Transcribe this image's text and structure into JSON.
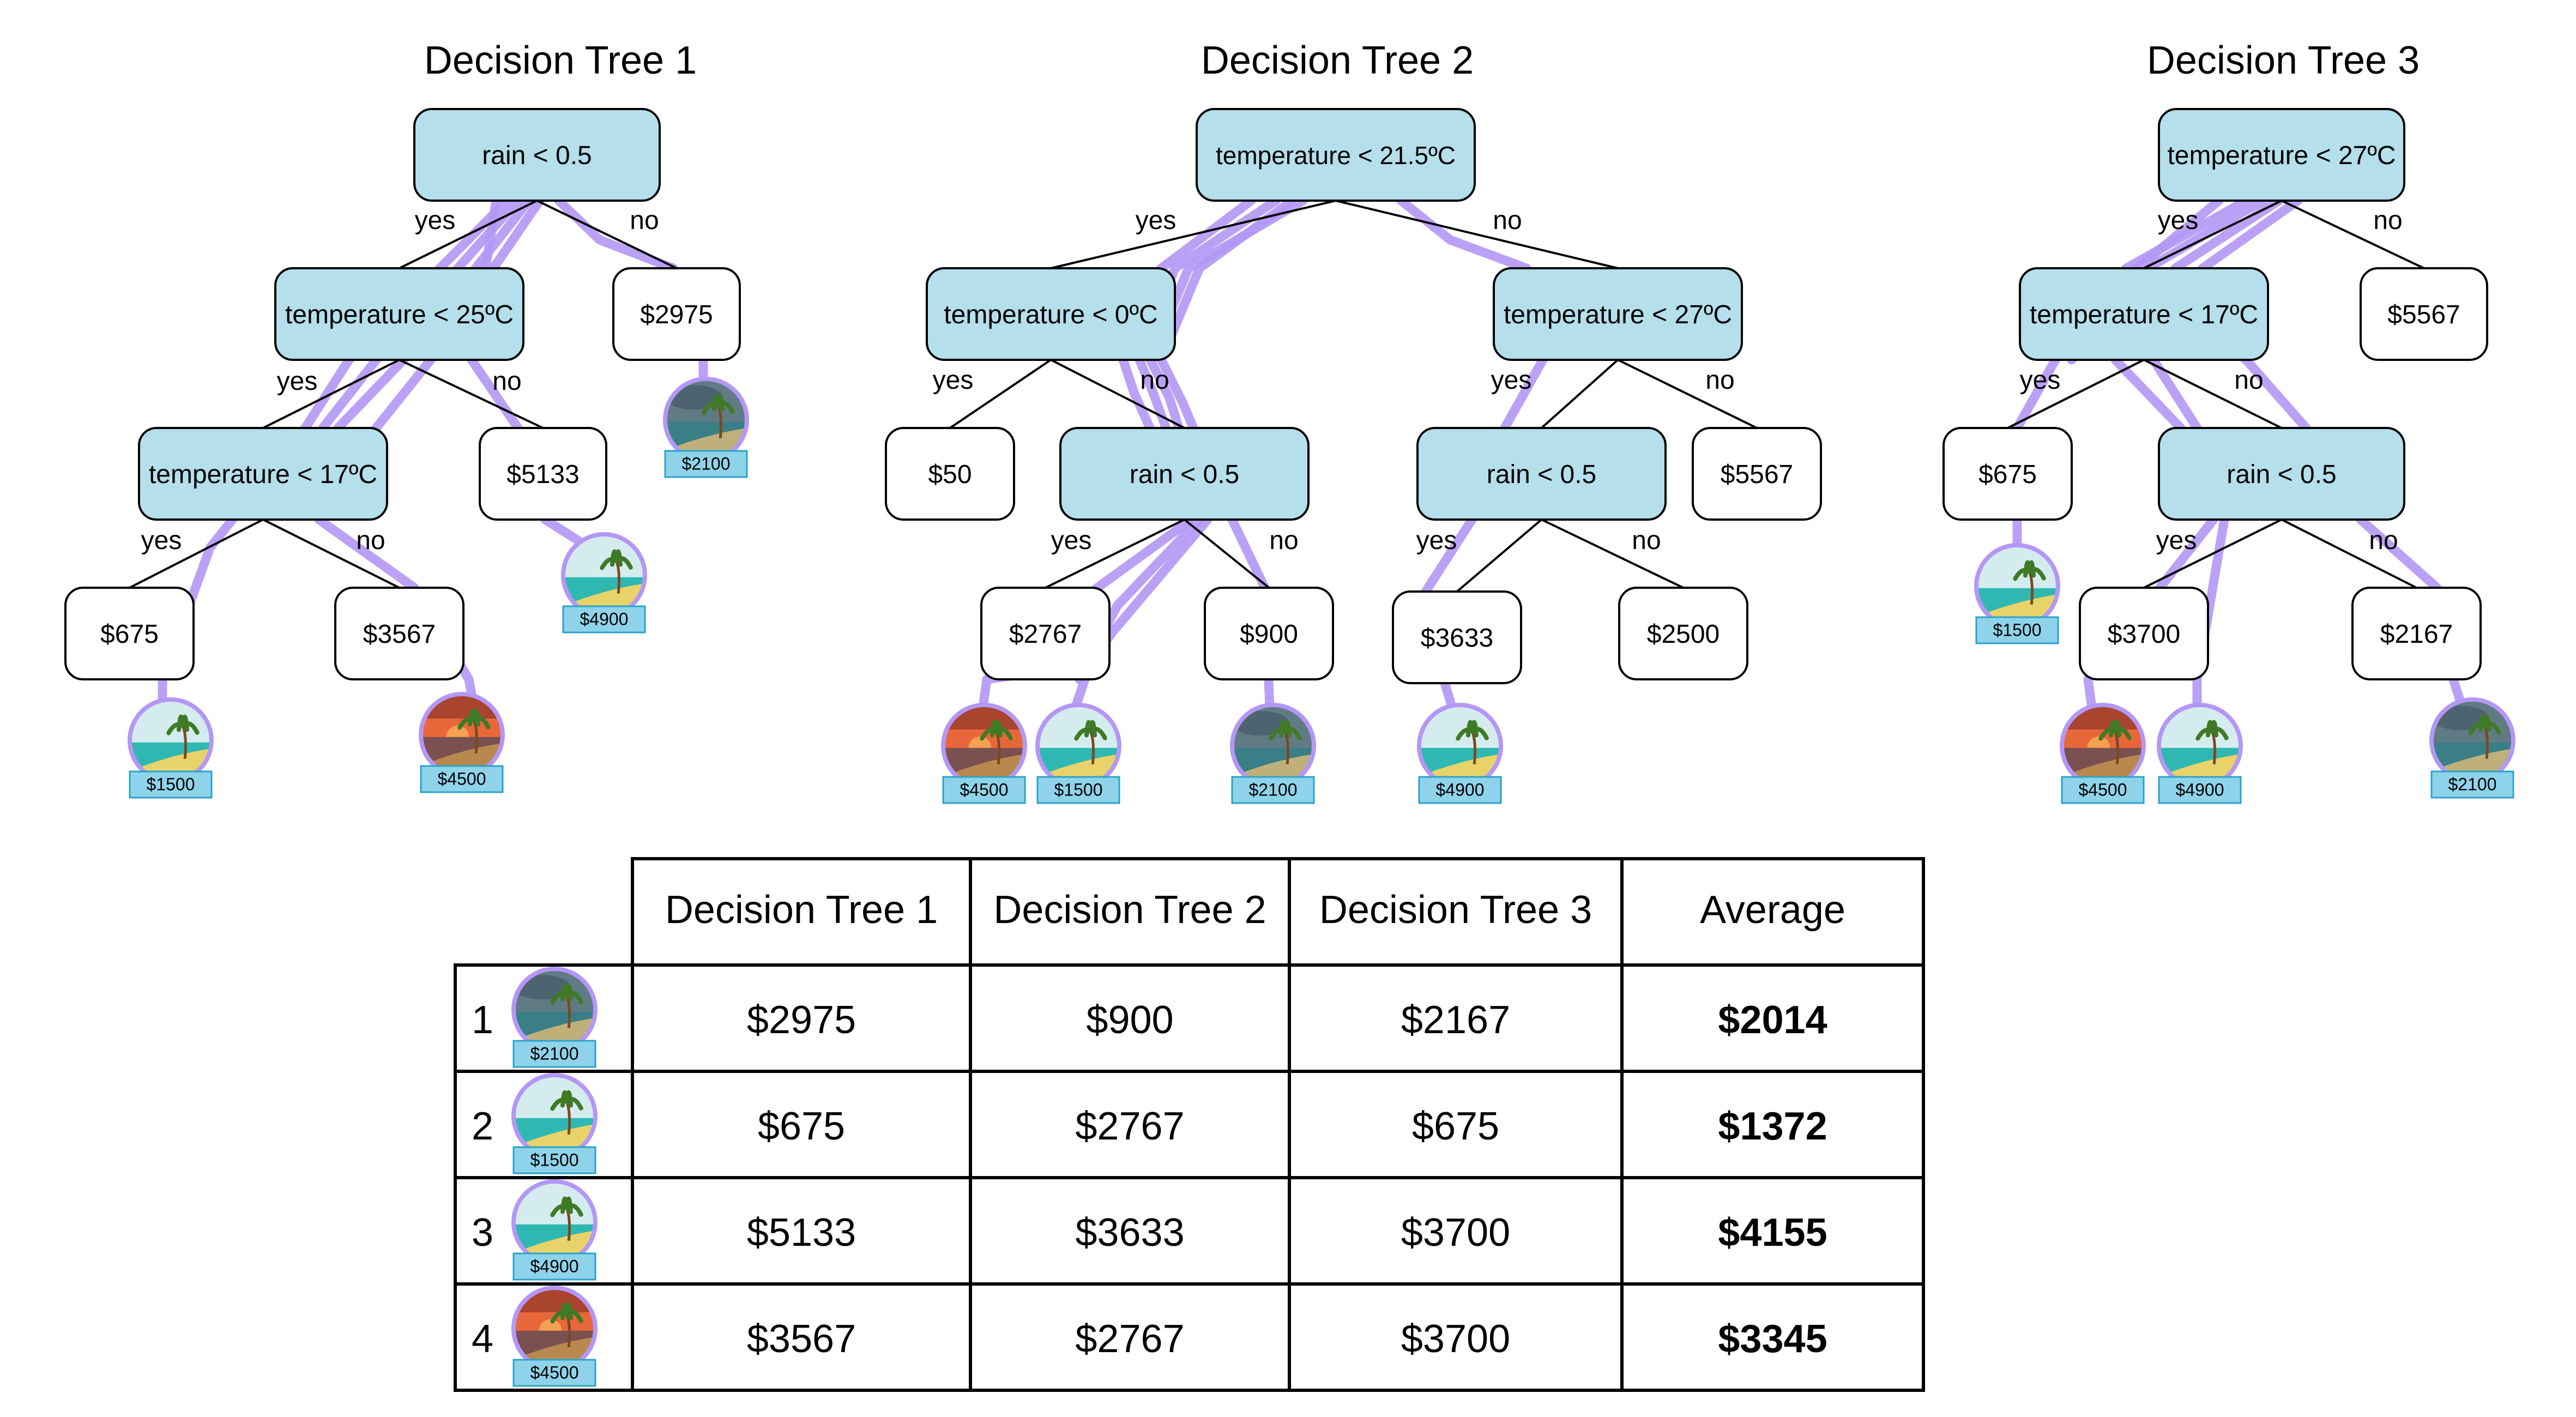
{
  "colors": {
    "decision_fill": "#b4dfeb",
    "leaf_fill": "#ffffff",
    "stroke": "#000000",
    "path": "#b497f5",
    "badge_fill": "#8fd3ea",
    "badge_stroke": "#2aa3c9",
    "beach_sky": "#d4ecee",
    "beach_sea": "#2fb8b2",
    "beach_sand": "#e8d36a",
    "storm_sky": "#607b84",
    "storm_sea": "#3a7e86",
    "sunset_sky": "#e8673a",
    "sunset_sea": "#7a5050",
    "palm": "#3f7a26",
    "trunk": "#7a4a22"
  },
  "trees": [
    {
      "title": "Decision Tree 1",
      "nodes": [
        {
          "label": "rain < 0.5",
          "kind": "decision"
        },
        {
          "label": "temperature < 25ºC",
          "kind": "decision"
        },
        {
          "label": "$2975",
          "kind": "leaf"
        },
        {
          "label": "temperature < 17ºC",
          "kind": "decision"
        },
        {
          "label": "$5133",
          "kind": "leaf"
        },
        {
          "label": "$675",
          "kind": "leaf"
        },
        {
          "label": "$3567",
          "kind": "leaf"
        }
      ],
      "edge_labels": [
        "yes",
        "no",
        "yes",
        "no",
        "yes",
        "no"
      ],
      "badges": [
        {
          "type": "storm",
          "label": "$2100"
        },
        {
          "type": "beach",
          "label": "$4900"
        },
        {
          "type": "beach",
          "label": "$1500"
        },
        {
          "type": "sunset",
          "label": "$4500"
        }
      ]
    },
    {
      "title": "Decision Tree 2",
      "nodes": [
        {
          "label": "temperature < 21.5ºC",
          "kind": "decision"
        },
        {
          "label": "temperature < 0ºC",
          "kind": "decision"
        },
        {
          "label": "temperature < 27ºC",
          "kind": "decision"
        },
        {
          "label": "$50",
          "kind": "leaf"
        },
        {
          "label": "rain < 0.5",
          "kind": "decision"
        },
        {
          "label": "rain < 0.5",
          "kind": "decision"
        },
        {
          "label": "$5567",
          "kind": "leaf"
        },
        {
          "label": "$2767",
          "kind": "leaf"
        },
        {
          "label": "$900",
          "kind": "leaf"
        },
        {
          "label": "$3633",
          "kind": "leaf"
        },
        {
          "label": "$2500",
          "kind": "leaf"
        }
      ],
      "edge_labels": [
        "yes",
        "no",
        "yes",
        "no",
        "yes",
        "no",
        "yes",
        "no",
        "yes",
        "no"
      ],
      "badges": [
        {
          "type": "sunset",
          "label": "$4500"
        },
        {
          "type": "beach",
          "label": "$1500"
        },
        {
          "type": "storm",
          "label": "$2100"
        },
        {
          "type": "beach",
          "label": "$4900"
        }
      ]
    },
    {
      "title": "Decision Tree 3",
      "nodes": [
        {
          "label": "temperature < 27ºC",
          "kind": "decision"
        },
        {
          "label": "temperature < 17ºC",
          "kind": "decision"
        },
        {
          "label": "$5567",
          "kind": "leaf"
        },
        {
          "label": "$675",
          "kind": "leaf"
        },
        {
          "label": "rain < 0.5",
          "kind": "decision"
        },
        {
          "label": "$3700",
          "kind": "leaf"
        },
        {
          "label": "$2167",
          "kind": "leaf"
        }
      ],
      "edge_labels": [
        "yes",
        "no",
        "yes",
        "no",
        "yes",
        "no"
      ],
      "badges": [
        {
          "type": "beach",
          "label": "$1500"
        },
        {
          "type": "sunset",
          "label": "$4500"
        },
        {
          "type": "beach",
          "label": "$4900"
        },
        {
          "type": "storm",
          "label": "$2100"
        }
      ]
    }
  ],
  "table": {
    "headers": [
      "",
      "Decision Tree 1",
      "Decision Tree 2",
      "Decision Tree 3",
      "Average"
    ],
    "rows": [
      {
        "index": "1",
        "badge": {
          "type": "storm",
          "label": "$2100"
        },
        "values": [
          "$2975",
          "$900",
          "$2167"
        ],
        "average": "$2014"
      },
      {
        "index": "2",
        "badge": {
          "type": "beach",
          "label": "$1500"
        },
        "values": [
          "$675",
          "$2767",
          "$675"
        ],
        "average": "$1372"
      },
      {
        "index": "3",
        "badge": {
          "type": "beach",
          "label": "$4900"
        },
        "values": [
          "$5133",
          "$3633",
          "$3700"
        ],
        "average": "$4155"
      },
      {
        "index": "4",
        "badge": {
          "type": "sunset",
          "label": "$4500"
        },
        "values": [
          "$3567",
          "$2767",
          "$3700"
        ],
        "average": "$3345"
      }
    ]
  }
}
